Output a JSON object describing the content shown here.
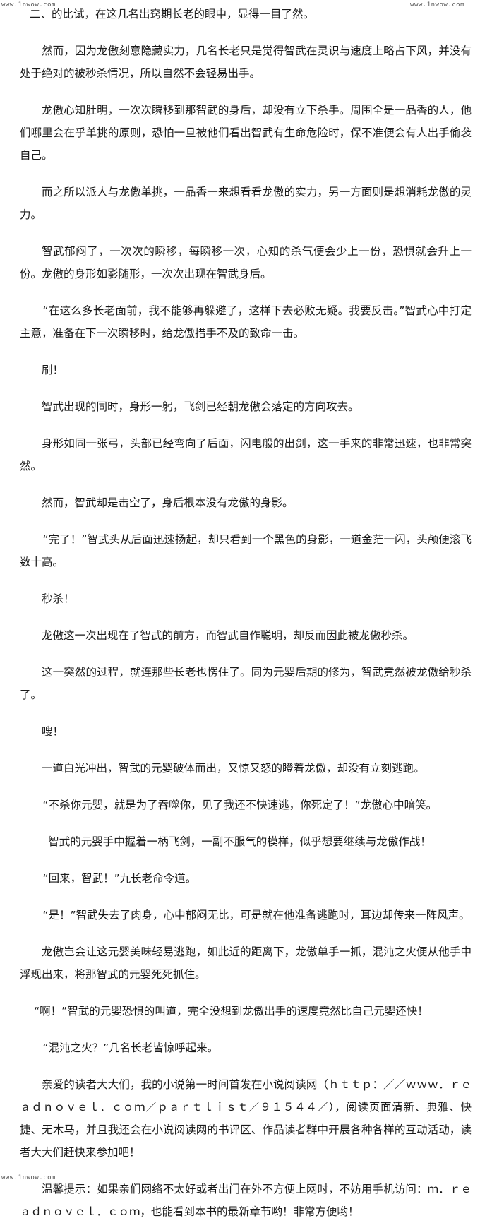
{
  "watermarks": {
    "top_left": "www.1nwow.com",
    "top_right": "www.1nwow.com",
    "bottom_left": "www.1nwow.com"
  },
  "paragraphs": [
    "二、的比试，在这几名出窍期长老的眼中，显得一目了然。",
    "然而，因为龙傲刻意隐藏实力，几名长老只是觉得智武在灵识与速度上略占下风，并没有处于绝对的被秒杀情况，所以自然不会轻易出手。",
    "龙傲心知肚明，一次次瞬移到那智武的身后，却没有立下杀手。周围全是一品香的人，他们哪里会在乎单挑的原则，恐怕一旦被他们看出智武有生命危险时，保不准便会有人出手偷袭自己。",
    "而之所以派人与龙傲单挑，一品香一来想看看龙傲的实力，另一方面则是想消耗龙傲的灵力。",
    "智武郁闷了，一次次的瞬移，每瞬移一次，心知的杀气便会少上一份，恐惧就会升上一份。龙傲的身形如影随形，一次次出现在智武身后。",
    "“在这么多长老面前，我不能够再躲避了，这样下去必败无疑。我要反击。”智武心中打定主意，准备在下一次瞬移时，给龙傲措手不及的致命一击。",
    "刷！",
    "智武出现的同时，身形一躬，飞剑已经朝龙傲会落定的方向攻去。",
    "身形如同一张弓，头部已经弯向了后面，闪电般的出剑，这一手来的非常迅速，也非常突然。",
    "然而，智武却是击空了，身后根本没有龙傲的身影。",
    "“完了！”智武头从后面迅速扬起，却只看到一个黑色的身影，一道金茫一闪，头颅便滚飞数十高。",
    "秒杀！",
    "龙傲这一次出现在了智武的前方，而智武自作聪明，却反而因此被龙傲秒杀。",
    "这一突然的过程，就连那些长老也愣住了。同为元婴后期的修为，智武竟然被龙傲给秒杀了。",
    "嗖！",
    "一道白光冲出，智武的元婴破体而出，又惊又怒的瞪着龙傲，却没有立刻逃跑。",
    "“不杀你元婴，就是为了吞噬你，见了我还不快速逃，你死定了！”龙傲心中暗笑。",
    "智武的元婴手中握着一柄飞剑，一副不服气的模样，似乎想要继续与龙傲作战！",
    "“回来，智武！”九长老命令道。",
    "“是！”智武失去了肉身，心中郁闷无比，可是就在他准备逃跑时，耳边却传来一阵风声。",
    "龙傲岂会让这元婴美味轻易逃跑，如此近的距离下，龙傲单手一抓，混沌之火便从他手中浮现出来，将那智武的元婴死死抓住。",
    "“啊！”智武的元婴恐惧的叫道，完全没想到龙傲出手的速度竟然比自己元婴还快！",
    "“混沌之火？”几名长老皆惊呼起来。",
    "亲爱的读者大大们，我的小说第一时间首发在小说阅读网（ｈｔｔｐ：／／ｗｗｗ．ｒｅａｄｎｏｖｅｌ．ｃｏｍ／ｐａｒｔｌｉｓｔ／９１５４４／），阅读页面清新、典雅、快捷、无木马，并且我还会在小说阅读网的书评区、作品读者群中开展各种各样的互动活动，读者大大们赶快来参加吧！",
    "温馨提示：如果亲们网络不太好或者出门在外不方便上网时，不妨用手机访问：ｍ．ｒｅａｄｎｏｖｅｌ．ｃｏｍ，也能看到本书的最新章节哟！非常方便哟！"
  ]
}
